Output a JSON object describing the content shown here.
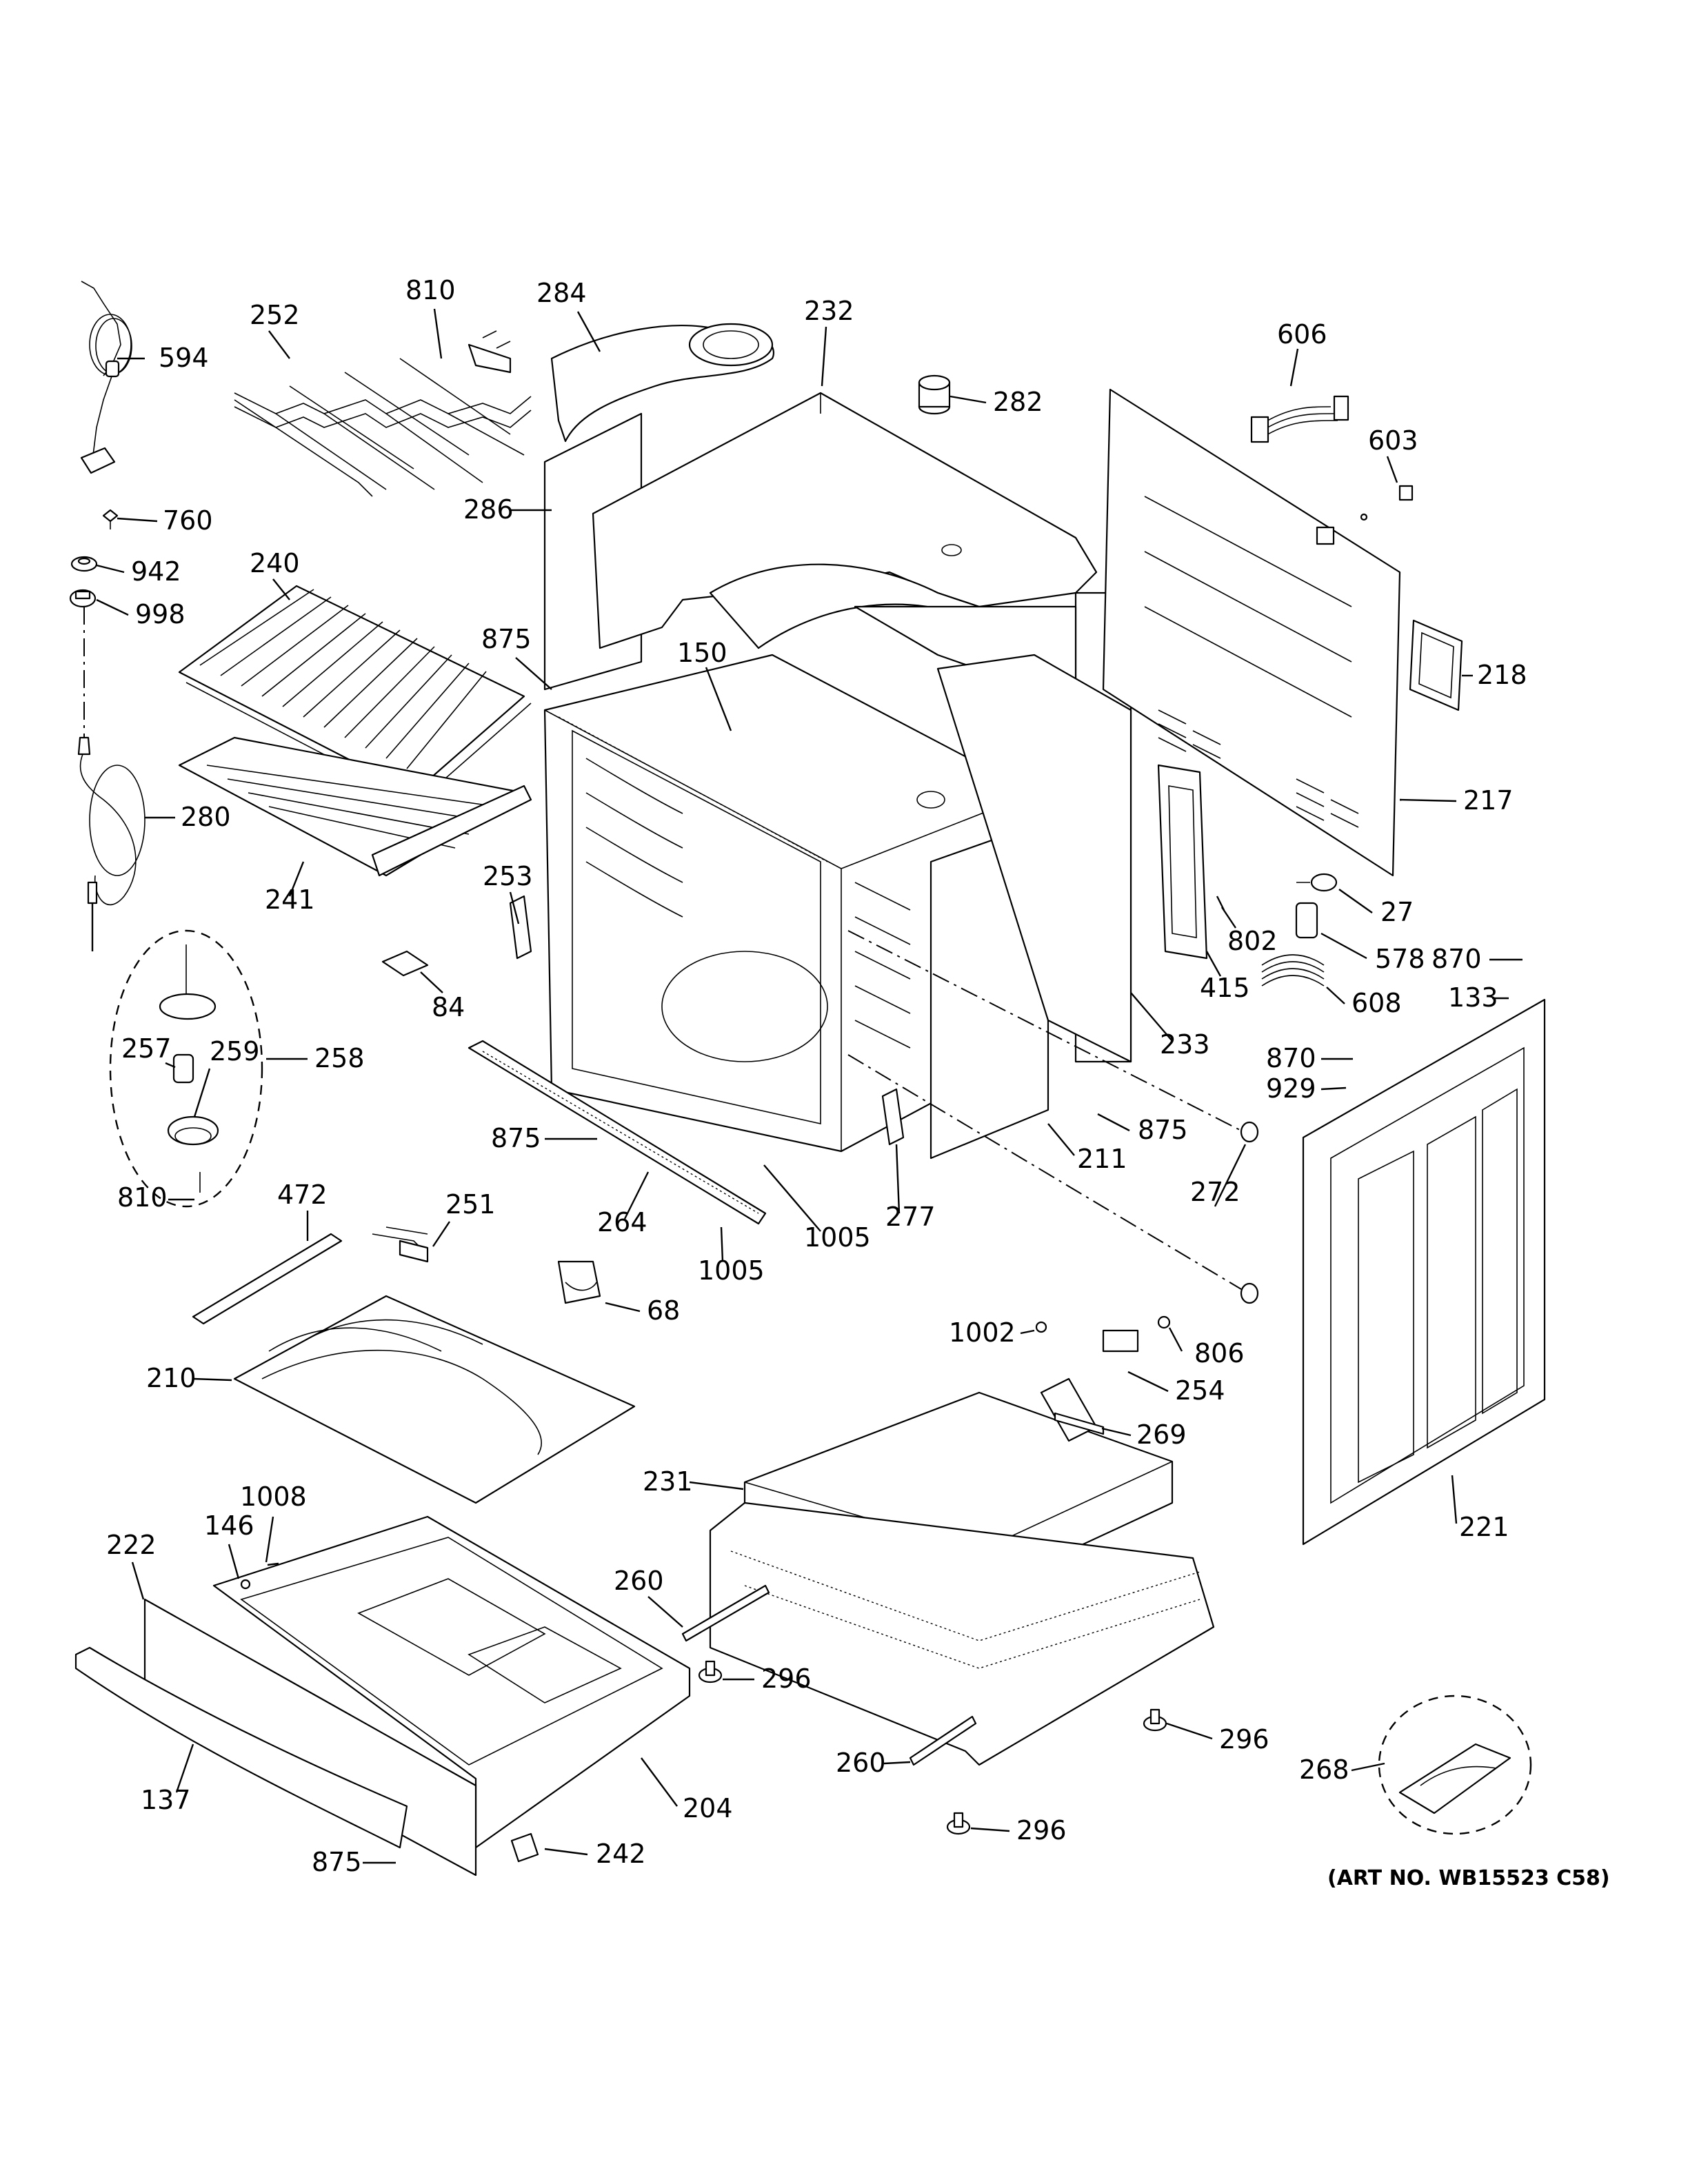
{
  "diagram": {
    "art_number": "(ART NO. WB15523 C58)",
    "callouts": [
      {
        "id": "c-594",
        "text": "594"
      },
      {
        "id": "c-252",
        "text": "252"
      },
      {
        "id": "c-810a",
        "text": "810"
      },
      {
        "id": "c-284",
        "text": "284"
      },
      {
        "id": "c-232",
        "text": "232"
      },
      {
        "id": "c-282",
        "text": "282"
      },
      {
        "id": "c-606",
        "text": "606"
      },
      {
        "id": "c-603",
        "text": "603"
      },
      {
        "id": "c-760",
        "text": "760"
      },
      {
        "id": "c-286",
        "text": "286"
      },
      {
        "id": "c-942",
        "text": "942"
      },
      {
        "id": "c-240",
        "text": "240"
      },
      {
        "id": "c-998",
        "text": "998"
      },
      {
        "id": "c-875a",
        "text": "875"
      },
      {
        "id": "c-150",
        "text": "150"
      },
      {
        "id": "c-218",
        "text": "218"
      },
      {
        "id": "c-280",
        "text": "280"
      },
      {
        "id": "c-217",
        "text": "217"
      },
      {
        "id": "c-241",
        "text": "241"
      },
      {
        "id": "c-253",
        "text": "253"
      },
      {
        "id": "c-27",
        "text": "27"
      },
      {
        "id": "c-802",
        "text": "802"
      },
      {
        "id": "c-578",
        "text": "578"
      },
      {
        "id": "c-870a",
        "text": "870"
      },
      {
        "id": "c-84",
        "text": "84"
      },
      {
        "id": "c-415",
        "text": "415"
      },
      {
        "id": "c-608",
        "text": "608"
      },
      {
        "id": "c-133",
        "text": "133"
      },
      {
        "id": "c-257",
        "text": "257"
      },
      {
        "id": "c-259",
        "text": "259"
      },
      {
        "id": "c-258",
        "text": "258"
      },
      {
        "id": "c-233",
        "text": "233"
      },
      {
        "id": "c-870b",
        "text": "870"
      },
      {
        "id": "c-929",
        "text": "929"
      },
      {
        "id": "c-875b",
        "text": "875"
      },
      {
        "id": "c-875c",
        "text": "875"
      },
      {
        "id": "c-211",
        "text": "211"
      },
      {
        "id": "c-264",
        "text": "264"
      },
      {
        "id": "c-1005a",
        "text": "1005"
      },
      {
        "id": "c-277",
        "text": "277"
      },
      {
        "id": "c-272",
        "text": "272"
      },
      {
        "id": "c-810b",
        "text": "810"
      },
      {
        "id": "c-472",
        "text": "472"
      },
      {
        "id": "c-251",
        "text": "251"
      },
      {
        "id": "c-1005b",
        "text": "1005"
      },
      {
        "id": "c-68",
        "text": "68"
      },
      {
        "id": "c-1002",
        "text": "1002"
      },
      {
        "id": "c-806",
        "text": "806"
      },
      {
        "id": "c-210",
        "text": "210"
      },
      {
        "id": "c-254",
        "text": "254"
      },
      {
        "id": "c-269",
        "text": "269"
      },
      {
        "id": "c-231",
        "text": "231"
      },
      {
        "id": "c-221",
        "text": "221"
      },
      {
        "id": "c-1008",
        "text": "1008"
      },
      {
        "id": "c-146",
        "text": "146"
      },
      {
        "id": "c-222",
        "text": "222"
      },
      {
        "id": "c-260a",
        "text": "260"
      },
      {
        "id": "c-296a",
        "text": "296"
      },
      {
        "id": "c-296b",
        "text": "296"
      },
      {
        "id": "c-260b",
        "text": "260"
      },
      {
        "id": "c-268",
        "text": "268"
      },
      {
        "id": "c-137",
        "text": "137"
      },
      {
        "id": "c-204",
        "text": "204"
      },
      {
        "id": "c-296c",
        "text": "296"
      },
      {
        "id": "c-875d",
        "text": "875"
      },
      {
        "id": "c-242",
        "text": "242"
      }
    ]
  }
}
